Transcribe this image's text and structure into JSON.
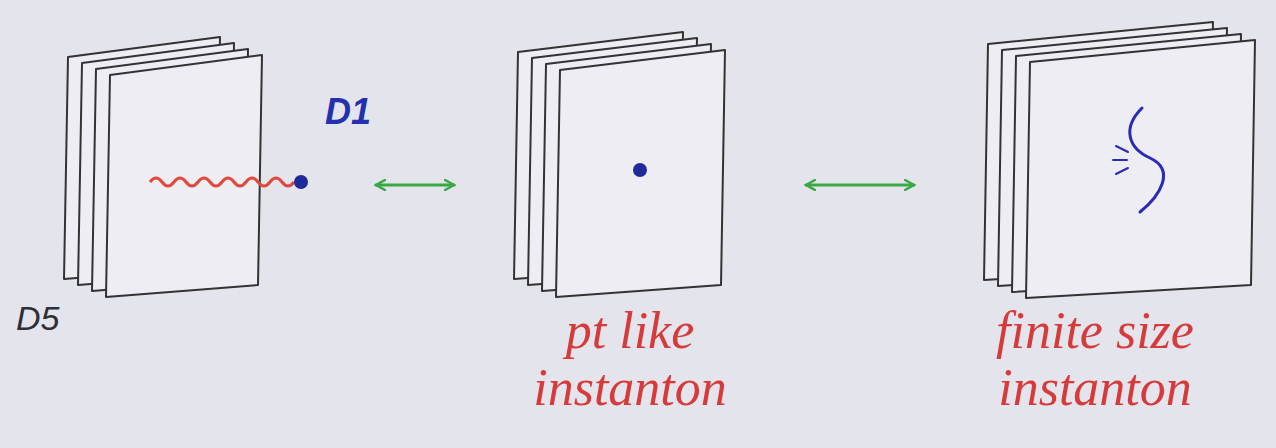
{
  "diagram": {
    "nodes": [
      {
        "text": [
          "D5"
        ]
      },
      {
        "text": [
          "pt like instanton"
        ]
      },
      {
        "text": [
          "finite size instanton"
        ]
      }
    ],
    "edges": [
      {
        "from": 0,
        "to": 1,
        "arrow": "both"
      },
      {
        "from": 1,
        "to": 2,
        "arrow": "both"
      }
    ],
    "labels": [
      "D1"
    ]
  }
}
